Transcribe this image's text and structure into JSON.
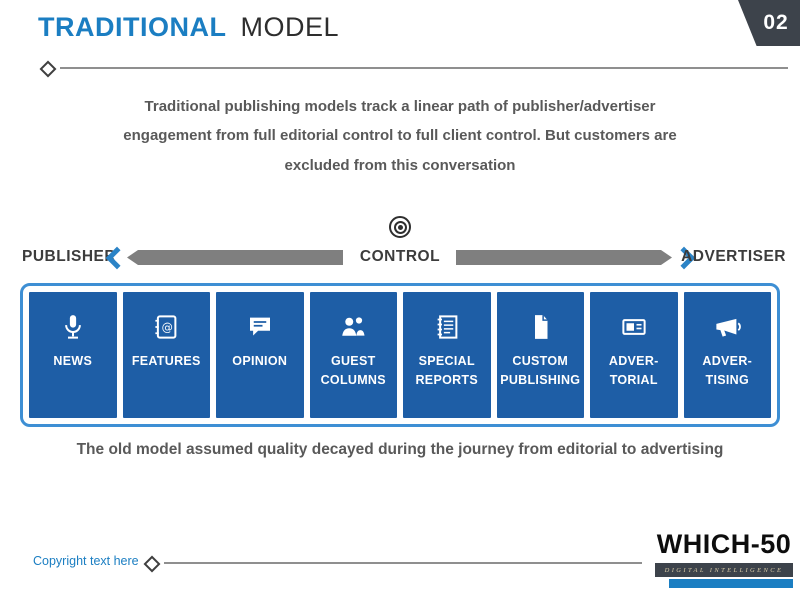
{
  "page": {
    "number": "02",
    "title": {
      "primary": "TRADITIONAL",
      "secondary": "MODEL"
    },
    "intro": "Traditional publishing models track a linear path of publisher/advertiser engagement from full editorial control to full client control. But customers are excluded from this conversation",
    "axis": {
      "left": "PUBLISHER",
      "center": "CONTROL",
      "right": "ADVERTISER"
    },
    "cards": [
      {
        "label": "NEWS",
        "icon": "microphone-icon"
      },
      {
        "label": "FEATURES",
        "icon": "address-book-icon"
      },
      {
        "label": "OPINION",
        "icon": "speech-bubble-icon"
      },
      {
        "label": "GUEST\nCOLUMNS",
        "icon": "people-icon"
      },
      {
        "label": "SPECIAL\nREPORTS",
        "icon": "report-icon"
      },
      {
        "label": "CUSTOM\nPUBLISHING",
        "icon": "document-icon"
      },
      {
        "label": "ADVER-\nTORIAL",
        "icon": "ad-card-icon"
      },
      {
        "label": "ADVER-\nTISING",
        "icon": "megaphone-icon"
      }
    ],
    "footnote": "The old model assumed quality decayed during the journey from editorial to advertising",
    "footer": {
      "copyright": "Copyright text here"
    },
    "logo": {
      "title": "WHICH-50",
      "subtitle": "DIGITAL INTELLIGENCE"
    },
    "colors": {
      "accent_blue": "#1b7ec2",
      "card_blue": "#1e5ea6",
      "container_border": "#3e8fd4",
      "arrow_gray": "#7f7f7f",
      "text_gray": "#595959",
      "badge_dark": "#3d434b"
    }
  }
}
